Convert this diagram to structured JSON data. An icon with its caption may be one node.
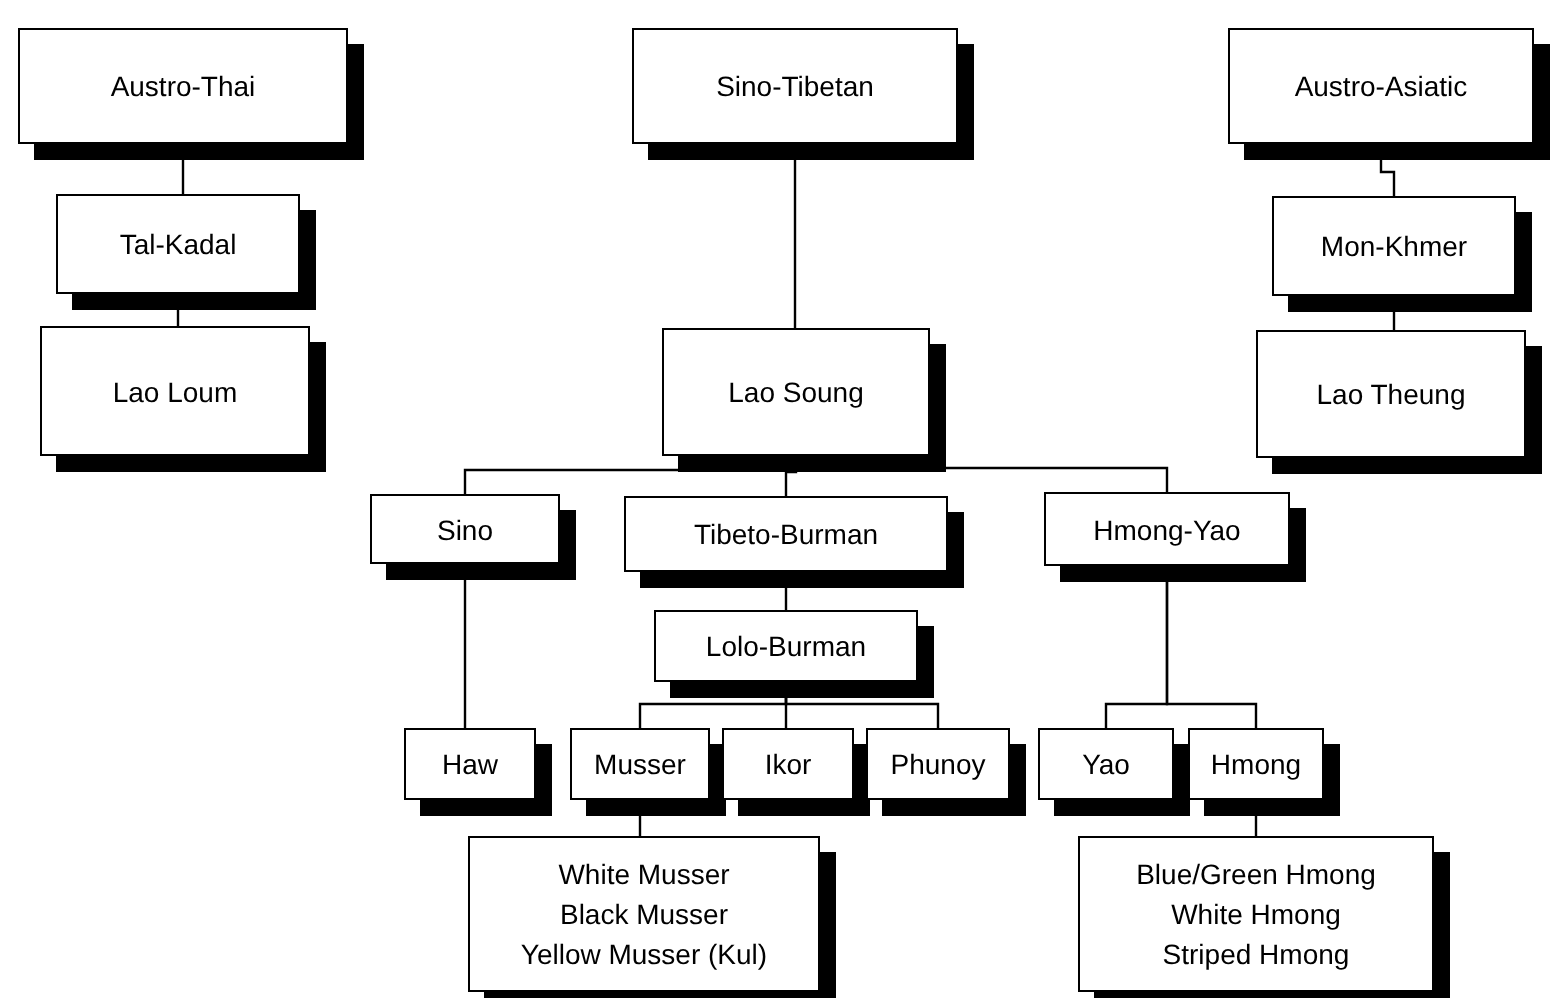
{
  "diagram": {
    "nodes": [
      {
        "text": [
          "Austro-Thai"
        ]
      },
      {
        "text": [
          "Tal-Kadal"
        ]
      },
      {
        "text": [
          "Lao Loum"
        ]
      },
      {
        "text": [
          "Sino-Tibetan"
        ]
      },
      {
        "text": [
          "Lao Soung"
        ]
      },
      {
        "text": [
          "Austro-Asiatic"
        ]
      },
      {
        "text": [
          "Mon-Khmer"
        ]
      },
      {
        "text": [
          "Lao Theung"
        ]
      },
      {
        "text": [
          "Sino"
        ]
      },
      {
        "text": [
          "Tibeto-Burman"
        ]
      },
      {
        "text": [
          "Hmong-Yao"
        ]
      },
      {
        "text": [
          "Lolo-Burman"
        ]
      },
      {
        "text": [
          "Haw"
        ]
      },
      {
        "text": [
          "Musser"
        ]
      },
      {
        "text": [
          "Ikor"
        ]
      },
      {
        "text": [
          "Phunoy"
        ]
      },
      {
        "text": [
          "Yao"
        ]
      },
      {
        "text": [
          "Hmong"
        ]
      },
      {
        "text": [
          "White Musser",
          "Black Musser",
          "Yellow Musser (Kul)"
        ]
      },
      {
        "text": [
          "Blue/Green Hmong",
          "White Hmong",
          "Striped Hmong"
        ]
      }
    ],
    "edges": [
      {
        "from": 0,
        "to": 1,
        "arrow": "none"
      },
      {
        "from": 1,
        "to": 2,
        "arrow": "none"
      },
      {
        "from": 3,
        "to": 4,
        "arrow": "none"
      },
      {
        "from": 5,
        "to": 6,
        "arrow": "none"
      },
      {
        "from": 6,
        "to": 7,
        "arrow": "none"
      },
      {
        "from": 4,
        "to": 8,
        "arrow": "none"
      },
      {
        "from": 4,
        "to": 9,
        "arrow": "none"
      },
      {
        "from": 4,
        "to": 10,
        "arrow": "none"
      },
      {
        "from": 9,
        "to": 11,
        "arrow": "none"
      },
      {
        "from": 8,
        "to": 12,
        "arrow": "none"
      },
      {
        "from": 11,
        "to": 13,
        "arrow": "none"
      },
      {
        "from": 11,
        "to": 14,
        "arrow": "none"
      },
      {
        "from": 11,
        "to": 15,
        "arrow": "none"
      },
      {
        "from": 10,
        "to": 16,
        "arrow": "none"
      },
      {
        "from": 10,
        "to": 17,
        "arrow": "none"
      },
      {
        "from": 13,
        "to": 18,
        "arrow": "none"
      },
      {
        "from": 17,
        "to": 19,
        "arrow": "none"
      }
    ]
  }
}
